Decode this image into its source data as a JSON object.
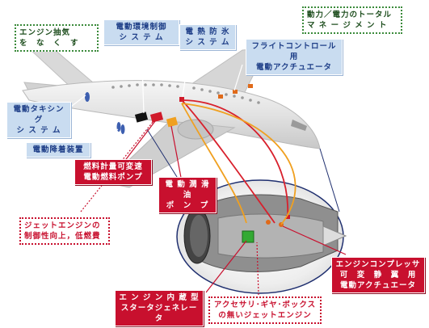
{
  "labels": {
    "engine_bleed": "エンジン抽気\nを　な　く　す",
    "env_control": "電動環境制御\nシ ス テ ム",
    "anti_ice": "電 熱 防 氷\nシ ス テ ム",
    "power_mgmt": "動力／電力のトータル\nマ ネ ー ジ メ ン ト",
    "flight_control": "フライトコントロール用\n電動アクチュエータ",
    "taxiing": "電動タキシング\nシ ス テ ム",
    "landing_gear": "電動降着装置",
    "fuel_pump": "燃料計量可変速\n電動燃料ポンプ",
    "lube_pump": "電 動 潤 滑 油\nポ　ン　プ",
    "jet_control": "ジェットエンジンの\n制御性向上，低燃費",
    "compressor": "エンジンコンプレッサ\n可　変　静　翼　用\n電動アクチュエータ",
    "starter_gen": "エ ン ジ ン 内 蔵 型\nスタータジェネレータ",
    "no_gearbox": "アクセサリ･ギヤ･ボックス\nの無いジェットエンジン"
  },
  "colors": {
    "blue_box": "#c9dcf0",
    "blue_text": "#1f3f88",
    "red_box": "#c8102e",
    "green_dotted": "#3a8a3a",
    "line_red": "#d8202c",
    "line_orange": "#f0a020",
    "line_navy": "#1f2f6f"
  }
}
